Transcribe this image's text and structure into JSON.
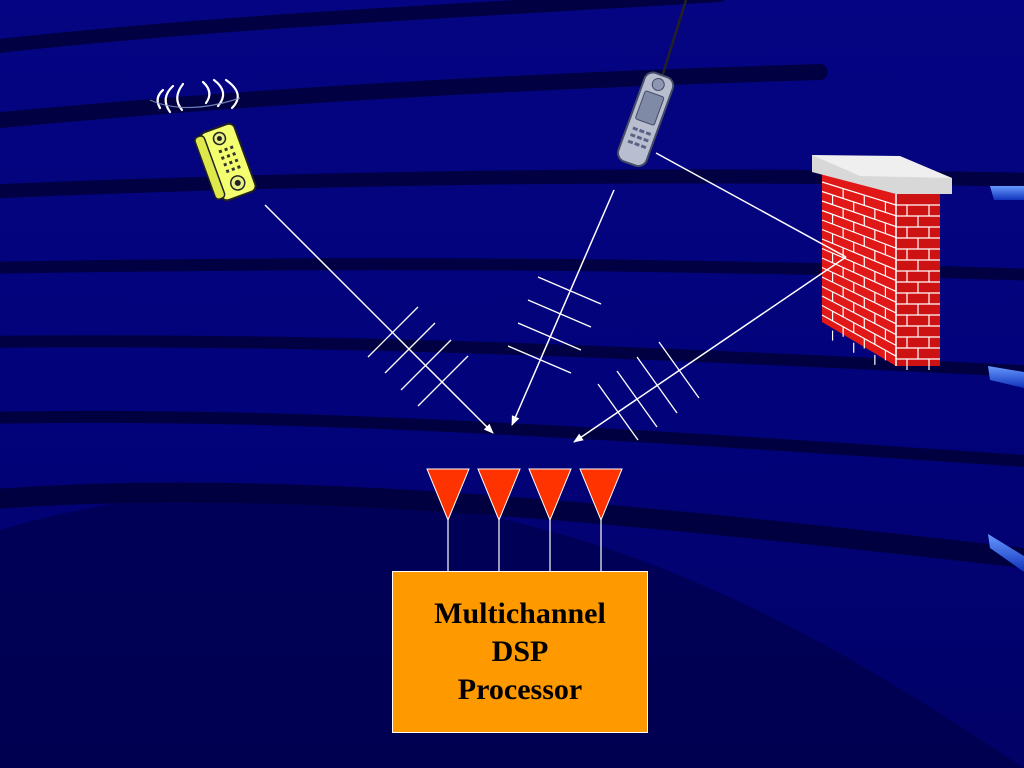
{
  "colors": {
    "background": "#02027a",
    "processor_fill": "#ff9900",
    "antenna_fill": "#ff3300",
    "signal_lines": "#ffffff",
    "brick": "#e01818"
  },
  "icons": {
    "cordless_phone": "cordless-phone-icon",
    "cell_phone": "cell-phone-icon",
    "brick_wall": "brick-wall-icon"
  },
  "antenna_array": {
    "element_count": 4
  },
  "processor": {
    "line1": "Multichannel",
    "line2": "DSP",
    "line3": "Processor"
  }
}
